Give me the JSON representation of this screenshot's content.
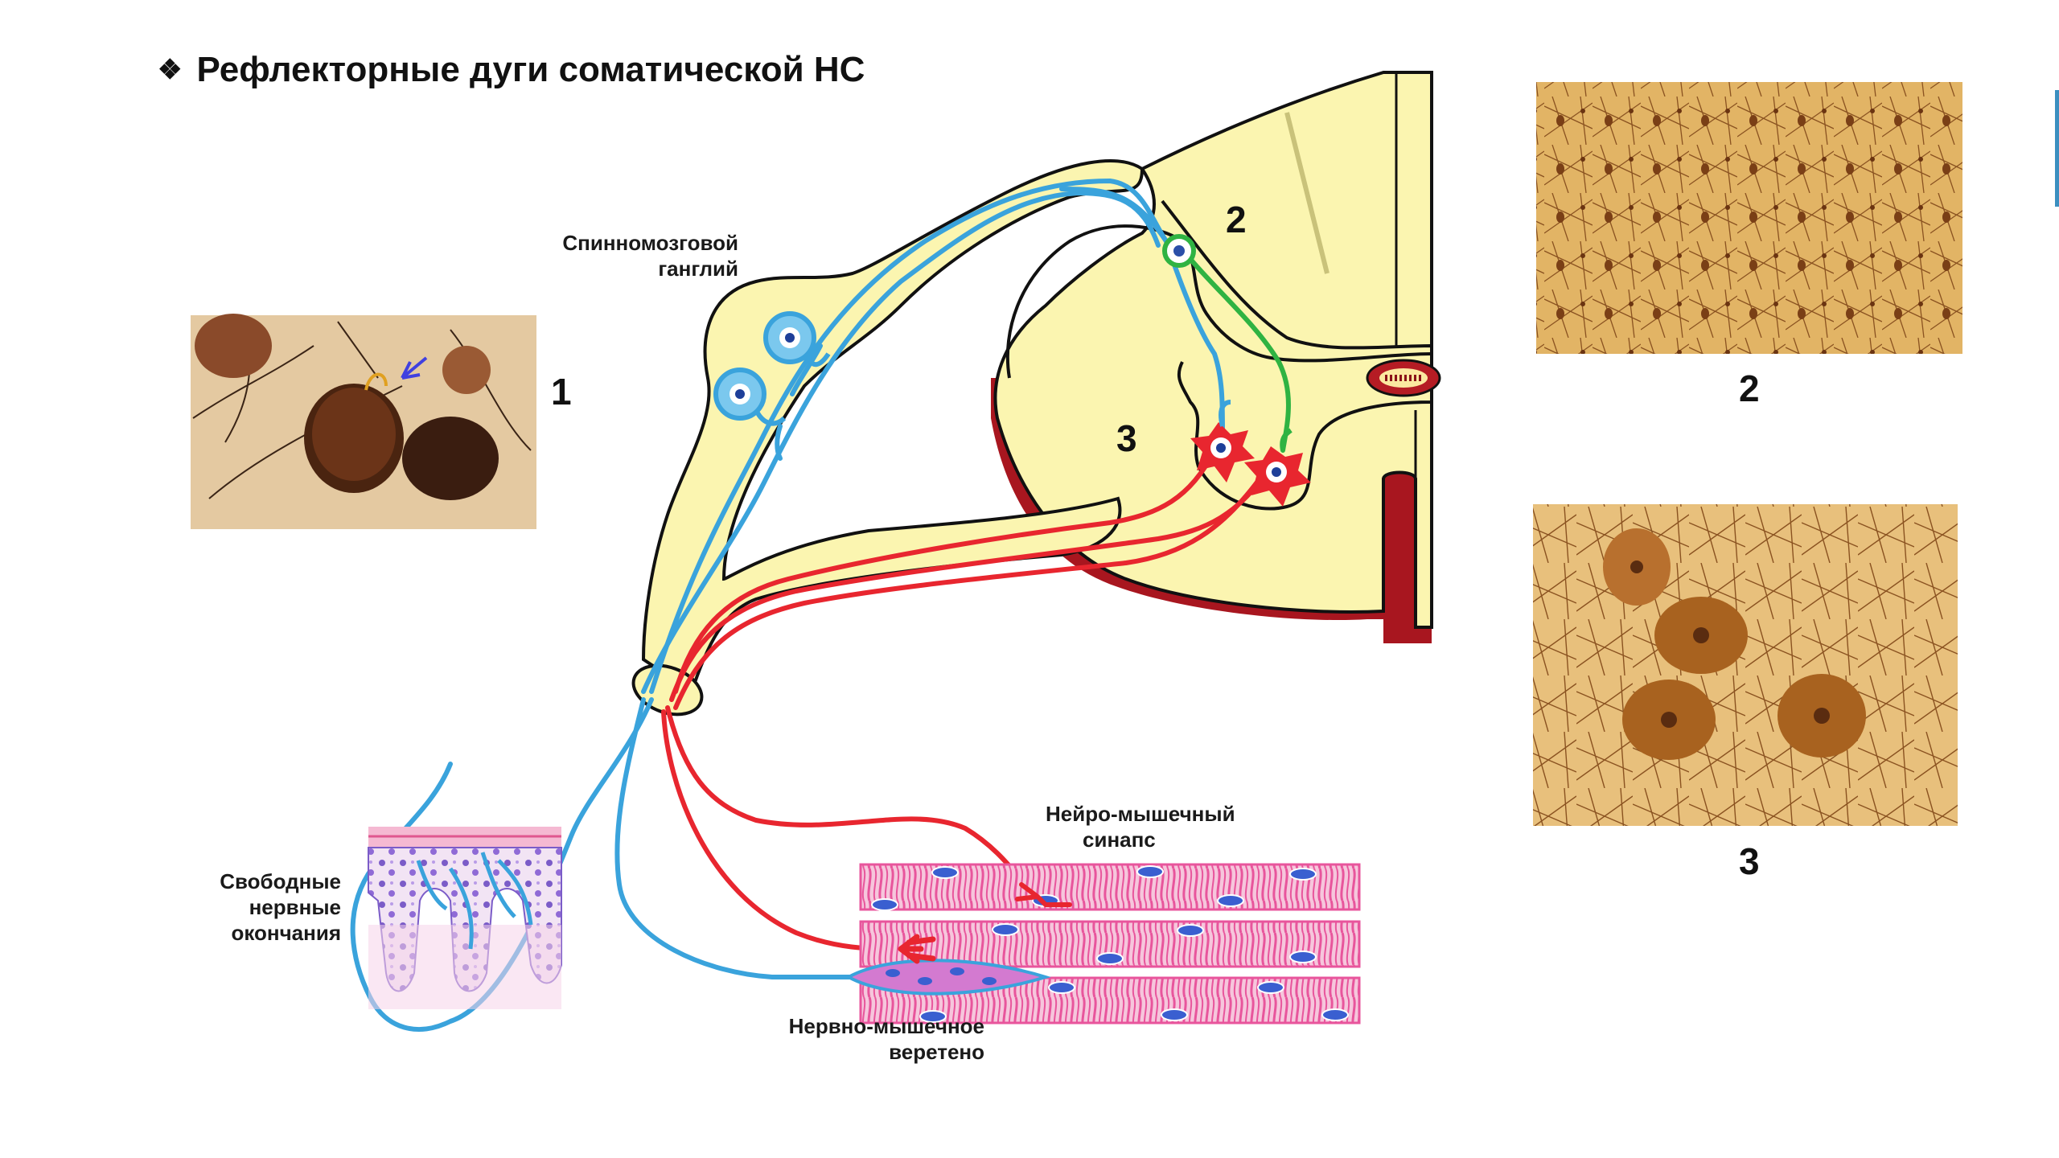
{
  "title": {
    "bullet": "❖",
    "text": "Рефлекторные дуги соматической НС"
  },
  "figure_numbers": {
    "photo1": "1",
    "photo2": "2",
    "photo3": "3",
    "diagram2": "2",
    "diagram3": "3"
  },
  "labels": {
    "ganglion": [
      "Спинномозговой",
      "ганглий"
    ],
    "free_endings": [
      "Свободные",
      "нервные",
      "окончания"
    ],
    "nm_synapse": [
      "Нейро-мышечный",
      "синапс"
    ],
    "nm_spindle": [
      "Нервно-мышечное",
      "веретено"
    ]
  },
  "colors": {
    "cord": "#fbf5b0",
    "gray_matter": "#fdfbd8",
    "outline": "#111111",
    "sensory_fiber": "#3aa3dc",
    "motor_fiber": "#e8262f",
    "interneuron": "#2fb342",
    "muscle": "#e8559c",
    "meninges": "#a8161f",
    "photo_bg": "#d9a552"
  }
}
